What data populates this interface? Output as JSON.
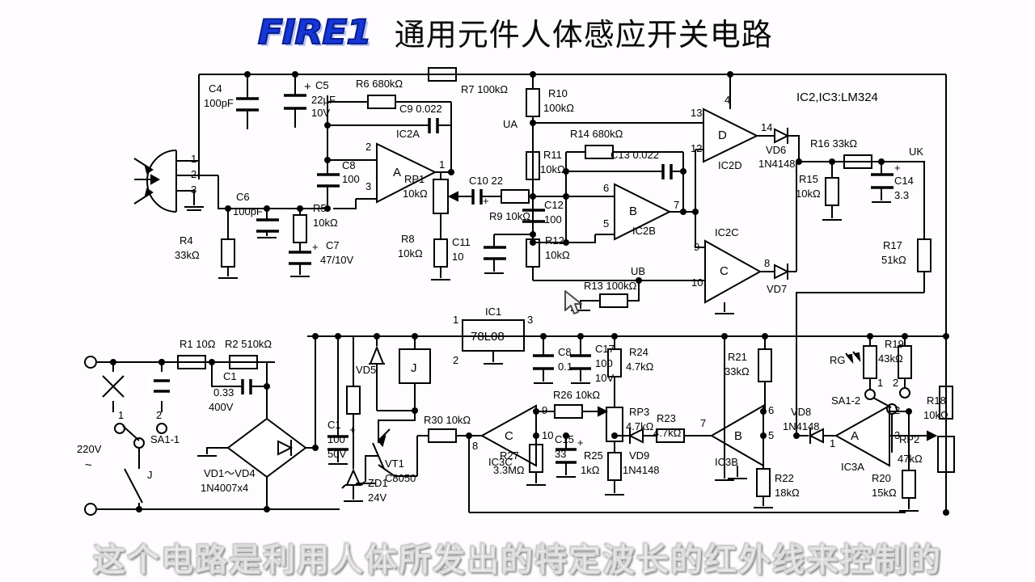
{
  "header": {
    "logo": "FIRE1",
    "title": "通用元件人体感应开关电路"
  },
  "subtitle": {
    "text": "这个电路是利用人体所发出的特定波长的红外线来控制的"
  },
  "notes": {
    "ic_note": "IC2,IC3:LM324"
  },
  "nodes": {
    "ua": "UA",
    "ub": "UB",
    "uk": "UK"
  },
  "mains": {
    "voltage": "220V",
    "ac_symbol": "~",
    "relay": "J",
    "switch": "SA1-1",
    "lamp_pin": "1",
    "neon_pin": "2"
  },
  "switch2": {
    "label": "SA1-2",
    "pin1": "1",
    "pin2": "2",
    "rg": "RG"
  },
  "components": [
    {
      "ref": "C4",
      "value": "100pF"
    },
    {
      "ref": "C5",
      "value": "22µF",
      "value2": "10V"
    },
    {
      "ref": "R6",
      "value": "680kΩ"
    },
    {
      "ref": "C9",
      "value": "0.022"
    },
    {
      "ref": "R7",
      "value": "100kΩ"
    },
    {
      "ref": "R10",
      "value": "100kΩ"
    },
    {
      "ref": "C8",
      "value": "100"
    },
    {
      "ref": "C6",
      "value": "100pF"
    },
    {
      "ref": "R5",
      "value": "10kΩ"
    },
    {
      "ref": "R4",
      "value": "33kΩ"
    },
    {
      "ref": "C7",
      "value": "47/10V"
    },
    {
      "ref": "RP1",
      "value": "10kΩ"
    },
    {
      "ref": "R8",
      "value": "10kΩ"
    },
    {
      "ref": "C10",
      "value": "22"
    },
    {
      "ref": "R9",
      "value": "10kΩ"
    },
    {
      "ref": "C11",
      "value": "10"
    },
    {
      "ref": "C12",
      "value": "100"
    },
    {
      "ref": "R11",
      "value": "10kΩ"
    },
    {
      "ref": "R12",
      "value": "10kΩ"
    },
    {
      "ref": "R13",
      "value": "100kΩ"
    },
    {
      "ref": "R14",
      "value": "680kΩ"
    },
    {
      "ref": "C13",
      "value": "0.022"
    },
    {
      "ref": "VD6",
      "value": "1N4148"
    },
    {
      "ref": "VD7",
      "value": ""
    },
    {
      "ref": "R15",
      "value": "10kΩ"
    },
    {
      "ref": "R16",
      "value": "33kΩ"
    },
    {
      "ref": "C14",
      "value": "3.3"
    },
    {
      "ref": "R17",
      "value": "51kΩ"
    },
    {
      "ref": "R1",
      "value": "10Ω"
    },
    {
      "ref": "R2",
      "value": "510kΩ"
    },
    {
      "ref": "C1",
      "value": "0.33",
      "value2": "400V"
    },
    {
      "ref": "VD1~VD4",
      "value": "1N4007x4"
    },
    {
      "ref": "C1b",
      "display": "C1",
      "value": "100",
      "value2": "50V"
    },
    {
      "ref": "VD5",
      "value": ""
    },
    {
      "ref": "ZD1",
      "value": "24V"
    },
    {
      "ref": "IC1",
      "value": "78L08"
    },
    {
      "ref": "VT1",
      "value": "C8050"
    },
    {
      "ref": "R30",
      "value": "10kΩ"
    },
    {
      "ref": "R27",
      "value": "3.3MΩ"
    },
    {
      "ref": "R26",
      "value": "10kΩ"
    },
    {
      "ref": "C15",
      "value": "33"
    },
    {
      "ref": "R25",
      "value": "1kΩ"
    },
    {
      "ref": "VD9",
      "value": "1N4148"
    },
    {
      "ref": "C8b",
      "display": "C8",
      "value": "0.1"
    },
    {
      "ref": "C17",
      "value": "100",
      "value2": "10V"
    },
    {
      "ref": "R24",
      "value": "4.7kΩ"
    },
    {
      "ref": "RP3",
      "value": "4.7kΩ"
    },
    {
      "ref": "R23",
      "value": "4.7kΩ"
    },
    {
      "ref": "R21",
      "value": "33kΩ"
    },
    {
      "ref": "R22",
      "value": "18kΩ"
    },
    {
      "ref": "VD8",
      "value": "1N4148"
    },
    {
      "ref": "R19",
      "value": "43kΩ"
    },
    {
      "ref": "R18",
      "value": "10kΩ"
    },
    {
      "ref": "R20",
      "value": "15kΩ"
    },
    {
      "ref": "RP2",
      "value": "47kΩ"
    }
  ],
  "opamps": [
    {
      "id": "IC2A",
      "letter": "A",
      "pins": [
        "2",
        "3",
        "1"
      ]
    },
    {
      "id": "IC2D",
      "letter": "D",
      "pins": [
        "13",
        "12",
        "14",
        "4"
      ]
    },
    {
      "id": "IC2B",
      "letter": "B",
      "pins": [
        "6",
        "5",
        "7"
      ]
    },
    {
      "id": "IC2C",
      "letter": "C",
      "pins": [
        "9",
        "10",
        "8"
      ]
    },
    {
      "id": "IC3C",
      "letter": "C",
      "pins": [
        "9",
        "10",
        "8"
      ]
    },
    {
      "id": "IC3B",
      "letter": "B",
      "pins": [
        "6",
        "5",
        "7"
      ]
    },
    {
      "id": "IC3A",
      "letter": "A",
      "pins": [
        "2",
        "3",
        "1"
      ]
    }
  ],
  "ic1_pins": {
    "p1": "1",
    "p2": "2",
    "p3": "3"
  },
  "sensor_pins": {
    "p1": "1",
    "p2": "2",
    "p3": "3"
  },
  "labels": {
    "c4_ref": "C4",
    "c4_val": "100pF",
    "c5_ref": "C5",
    "c5_val": "22µF",
    "c5_val2": "10V",
    "r6": "R6  680kΩ",
    "c9": "C9  0.022",
    "r7": "R7  100kΩ",
    "r10_ref": "R10",
    "r10_val": "100kΩ",
    "c8_ref": "C8",
    "c8_val": "100",
    "c6_ref": "C6",
    "c6_val": "100pF",
    "r5_ref": "R5",
    "r5_val": "10kΩ",
    "r4_ref": "R4",
    "r4_val": "33kΩ",
    "c7_ref": "C7",
    "c7_val": "47/10V",
    "rp1_ref": "RP1",
    "rp1_val": "10kΩ",
    "r8_ref": "R8",
    "r8_val": "10kΩ",
    "c10": "C10  22",
    "r9": "R9  10kΩ",
    "c11_ref": "C11",
    "c11_val": "10",
    "c12_ref": "C12",
    "c12_val": "100",
    "r11_ref": "R11",
    "r11_val": "10kΩ",
    "r12_ref": "R12",
    "r12_val": "10kΩ",
    "r13": "R13  100kΩ",
    "r14": "R14  680kΩ",
    "c13": "C13  0.022",
    "vd6_ref": "VD6",
    "vd6_val": "1N4148",
    "vd7": "VD7",
    "r15_ref": "R15",
    "r15_val": "10kΩ",
    "r16": "R16  33kΩ",
    "c14_ref": "C14",
    "c14_val": "3.3",
    "r17_ref": "R17",
    "r17_val": "51kΩ",
    "r1": "R1  10Ω",
    "r2": "R2  510kΩ",
    "c1_ref": "C1",
    "c1_val": "0.33",
    "c1_val2": "400V",
    "vd14_ref": "VD1～VD4",
    "vd14_val": "1N4007x4",
    "c1b_ref": "C1",
    "c1b_val": "100",
    "c1b_val2": "50V",
    "vd5": "VD5",
    "zd1_ref": "ZD1",
    "zd1_val": "24V",
    "ic1": "IC1",
    "ic1_val": "78L08",
    "vt1_ref": "VT1",
    "vt1_val": "C8050",
    "r30": "R30  10kΩ",
    "r27_ref": "R27",
    "r27_val": "3.3MΩ",
    "r26": "R26  10kΩ",
    "c15_ref": "C15",
    "c15_val": "33",
    "r25_ref": "R25",
    "r25_val": "1kΩ",
    "vd9_ref": "VD9",
    "vd9_val": "1N4148",
    "c8b_ref": "C8",
    "c8b_val": "0.1",
    "c17_ref": "C17",
    "c17_val": "100",
    "c17_val2": "10V",
    "r24_ref": "R24",
    "r24_val": "4.7kΩ",
    "rp3_ref": "RP3",
    "rp3_val": "4.7kΩ",
    "r23_ref": "R23",
    "r23_val": "4.7kΩ",
    "r21_ref": "R21",
    "r21_val": "33kΩ",
    "r22_ref": "R22",
    "r22_val": "18kΩ",
    "vd8_ref": "VD8",
    "vd8_val": "1N4148",
    "r19_ref": "R19",
    "r19_val": "43kΩ",
    "r18_ref": "R18",
    "r18_val": "10kΩ",
    "r20_ref": "R20",
    "r20_val": "15kΩ",
    "rp2_ref": "RP2",
    "rp2_val": "47kΩ"
  }
}
